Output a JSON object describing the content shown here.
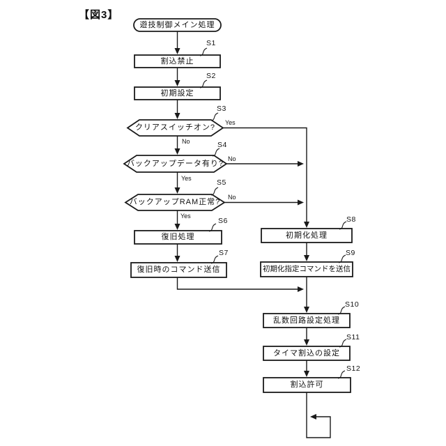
{
  "figure_label": "【図3】",
  "colors": {
    "line": "#1a1a1a",
    "background": "#ffffff"
  },
  "diagram_type": "flowchart",
  "nodes": {
    "start": {
      "label": "遊技制御メイン処理",
      "shape": "terminal"
    },
    "s1": {
      "tag": "S1",
      "label": "割込禁止",
      "shape": "process"
    },
    "s2": {
      "tag": "S2",
      "label": "初期設定",
      "shape": "process"
    },
    "s3": {
      "tag": "S3",
      "label": "クリアスイッチオン?",
      "shape": "decision",
      "yes_label": "Yes",
      "no_label": "No"
    },
    "s4": {
      "tag": "S4",
      "label": "バックアップデータ有り?",
      "shape": "decision",
      "yes_label": "Yes",
      "no_label": "No"
    },
    "s5": {
      "tag": "S5",
      "label": "バックアップRAM正常?",
      "shape": "decision",
      "yes_label": "Yes",
      "no_label": "No"
    },
    "s6": {
      "tag": "S6",
      "label": "復旧処理",
      "shape": "process"
    },
    "s7": {
      "tag": "S7",
      "label": "復旧時のコマンド送信",
      "shape": "process"
    },
    "s8": {
      "tag": "S8",
      "label": "初期化処理",
      "shape": "process"
    },
    "s9": {
      "tag": "S9",
      "label": "初期化指定コマンドを送信",
      "shape": "process"
    },
    "s10": {
      "tag": "S10",
      "label": "乱数回路設定処理",
      "shape": "process"
    },
    "s11": {
      "tag": "S11",
      "label": "タイマ割込の設定",
      "shape": "process"
    },
    "s12": {
      "tag": "S12",
      "label": "割込許可",
      "shape": "process"
    }
  },
  "edges": [
    {
      "from": "start",
      "to": "S1"
    },
    {
      "from": "S1",
      "to": "S2"
    },
    {
      "from": "S2",
      "to": "S3"
    },
    {
      "from": "S3",
      "to": "S4",
      "condition": "No"
    },
    {
      "from": "S3",
      "to": "S8",
      "condition": "Yes"
    },
    {
      "from": "S4",
      "to": "S5",
      "condition": "Yes"
    },
    {
      "from": "S4",
      "to": "S8",
      "condition": "No"
    },
    {
      "from": "S5",
      "to": "S6",
      "condition": "Yes"
    },
    {
      "from": "S5",
      "to": "S8",
      "condition": "No"
    },
    {
      "from": "S6",
      "to": "S7"
    },
    {
      "from": "S7",
      "to": "S10"
    },
    {
      "from": "S8",
      "to": "S9"
    },
    {
      "from": "S9",
      "to": "S10"
    },
    {
      "from": "S10",
      "to": "S11"
    },
    {
      "from": "S11",
      "to": "S12"
    },
    {
      "from": "S12",
      "to": "loop-back"
    }
  ]
}
